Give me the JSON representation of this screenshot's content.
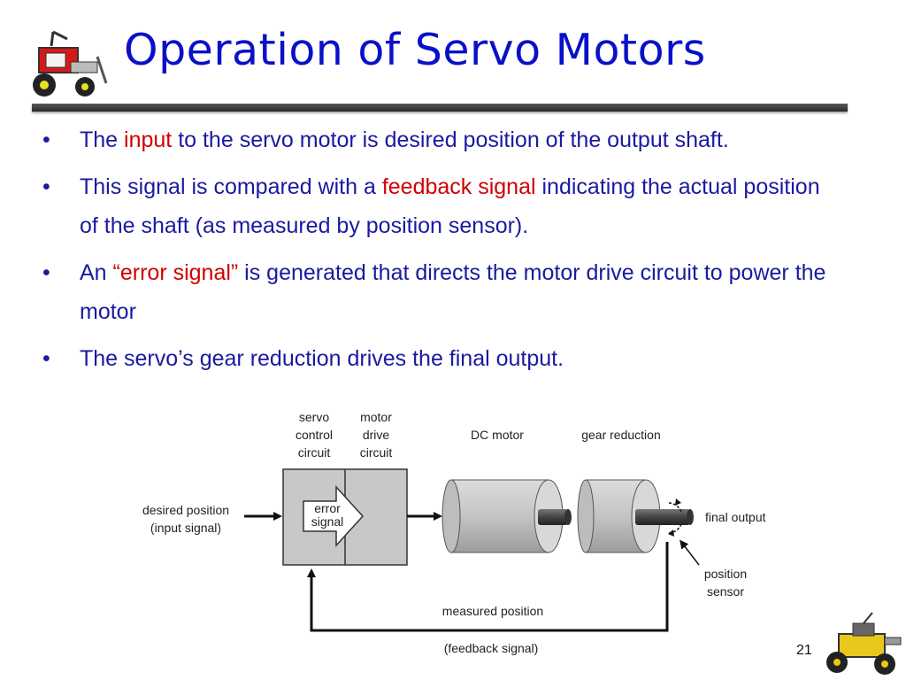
{
  "slide": {
    "title": "Operation of Servo Motors",
    "page_number": "21"
  },
  "bullets": [
    {
      "parts": [
        "The ",
        "input",
        " to the servo motor is desired position of the output shaft."
      ]
    },
    {
      "parts": [
        "This signal is compared with a ",
        "feedback signal",
        " indicating the actual position of the shaft (as measured by position sensor)."
      ]
    },
    {
      "parts": [
        "An ",
        "“error signal”",
        " is generated that directs the motor drive circuit to power the motor"
      ]
    },
    {
      "parts": [
        "The servo’s gear reduction drives the final output."
      ]
    }
  ],
  "diagram": {
    "servo_control": [
      "servo",
      "control",
      "circuit"
    ],
    "motor_drive": [
      "motor",
      "drive",
      "circuit"
    ],
    "dc_motor": "DC motor",
    "gear_reduction": "gear reduction",
    "input_label": [
      "desired position",
      "(input signal)"
    ],
    "error_label": [
      "error",
      "signal"
    ],
    "final_output": "final output",
    "position_sensor": [
      "position",
      "sensor"
    ],
    "measured_position": "measured position",
    "feedback_label": "(feedback signal)"
  },
  "colors": {
    "title": "#0a10c8",
    "body_text": "#1a1aa0",
    "highlight": "#d00000",
    "block_fill": "#c8c8c8"
  }
}
